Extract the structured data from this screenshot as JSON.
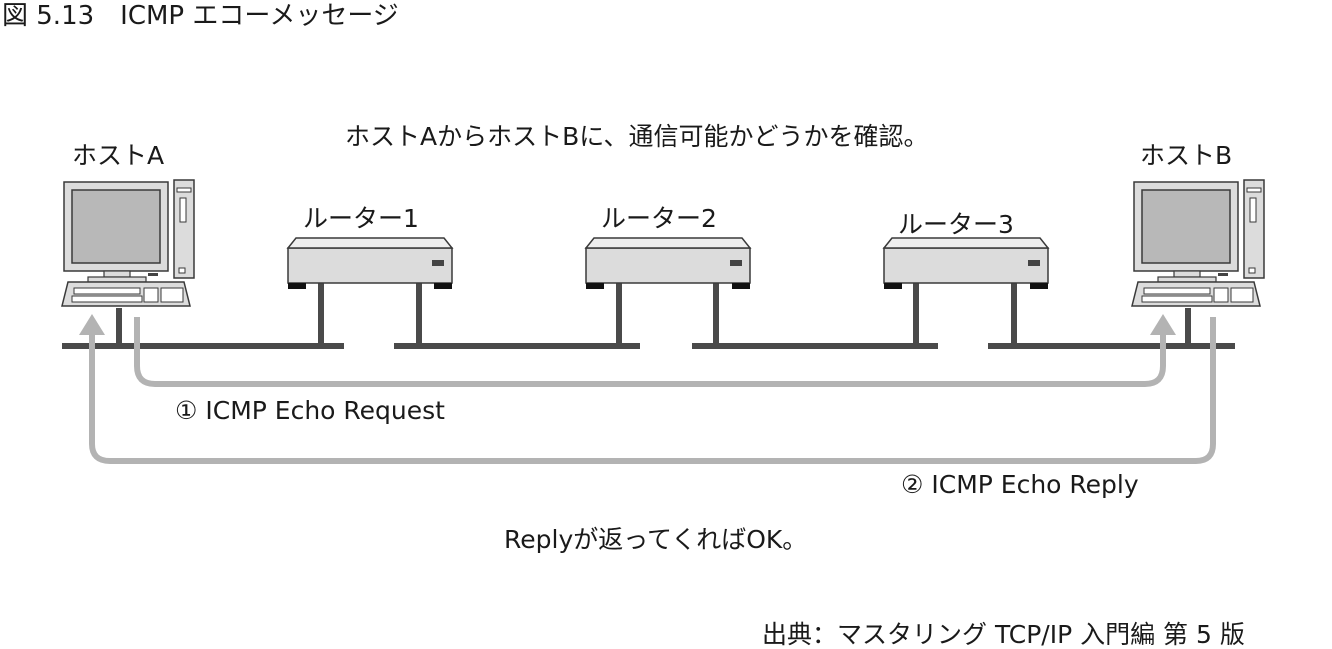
{
  "figure_title": "図 5.13　ICMP エコーメッセージ",
  "intro": "ホストAからホストBに、通信可能かどうかを確認。",
  "hosts": [
    {
      "label": "ホストA"
    },
    {
      "label": "ホストB"
    }
  ],
  "routers": [
    {
      "label": "ルーター1"
    },
    {
      "label": "ルーター2"
    },
    {
      "label": "ルーター3"
    }
  ],
  "flows": [
    {
      "label": "① ICMP Echo Request"
    },
    {
      "label": "② ICMP Echo Reply"
    }
  ],
  "result": "Replyが返ってくればOK。",
  "source": "出典：マスタリング TCP/IP 入門編 第 5 版",
  "colors": {
    "line": "#4a4a4a",
    "arrow": "#b3b3b3",
    "device_fill": "#dcdcdc",
    "screen": "#b8b8b8"
  }
}
